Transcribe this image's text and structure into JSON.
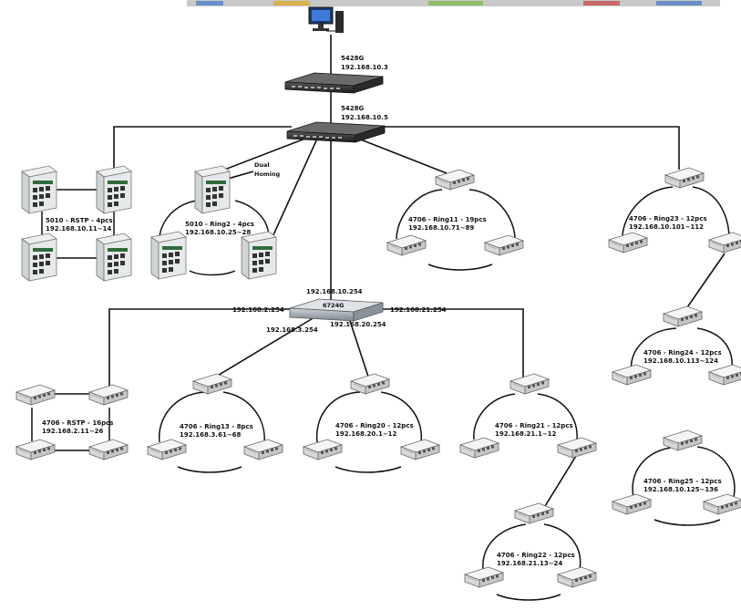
{
  "top_bar": {
    "colors": [
      "#c8c8c8",
      "#6a8fc9",
      "#d9b24a",
      "#8fbf6a",
      "#c96a6a"
    ]
  },
  "core": {
    "top_switch": {
      "model": "5428G",
      "ip": "192.168.10.3"
    },
    "main_switch": {
      "model": "5428G",
      "ip": "192.168.10.5"
    },
    "dual_homing_label_1": "Dual",
    "dual_homing_label_2": "Homing"
  },
  "groups": {
    "g5010_rstp": {
      "name": "5010 - RSTP - 4pcs",
      "range": "192.168.10.11~14"
    },
    "g5010_ring2": {
      "name": "5010 - Ring2 - 4pcs",
      "range": "192.168.10.25~28"
    },
    "ring11": {
      "name": "4706 - Ring11 - 19pcs",
      "range": "192.168.10.71~89"
    },
    "ring23": {
      "name": "4706 - Ring23 - 12pcs",
      "range": "192.168.10.101~112"
    },
    "ring24": {
      "name": "4706 - Ring24 - 12pcs",
      "range": "192.168.10.113~124"
    },
    "ring25": {
      "name": "4706 - Ring25 - 12pcs",
      "range": "192.168.10.125~136"
    },
    "rstp_4706": {
      "name": "4706 - RSTP - 16pcs",
      "range": "192.168.2.11~26"
    },
    "ring13": {
      "name": "4706 - Ring13 - 8pcs",
      "range": "192.168.3.61~68"
    },
    "ring20": {
      "name": "4706 - Ring20 - 12pcs",
      "range": "192.168.20.1~12"
    },
    "ring21": {
      "name": "4706 - Ring21 - 12pcs",
      "range": "192.168.21.1~12"
    },
    "ring22": {
      "name": "4706 - Ring22 - 12pcs",
      "range": "192.168.21.13~24"
    }
  },
  "router": {
    "label": "6724G",
    "ip_top": "192.168.10.254",
    "ip_left": "192.168.2.254",
    "ip_right": "192.168.21.254",
    "ip_lower_left": "192.168.3.254",
    "ip_lower_right": "192.168.20.254"
  }
}
